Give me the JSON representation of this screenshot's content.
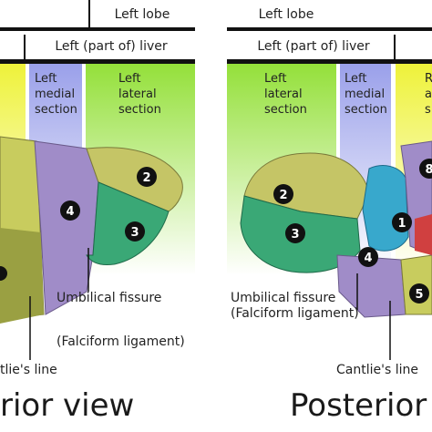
{
  "left_panel": {
    "top_label": "Left lobe",
    "sub_label": "Left (part of) liver",
    "col_medial": "Left\nmedial\nsection",
    "col_lateral": "Left\nlateral\nsection",
    "fissure": "Umbilical fissure\n(Falciform ligament)",
    "cantlie": "tlie's line",
    "view_title": "rior view",
    "segments": [
      "4",
      "2",
      "3"
    ]
  },
  "right_panel": {
    "top_label": "Left lobe",
    "sub_label": "Left (part of) liver",
    "col_lateral": "Left\nlateral\nsection",
    "col_medial": "Left\nmedial\nsection",
    "col_right": "R\na\ns",
    "fissure": "Umbilical fissure\n(Falciform ligament)",
    "cantlie": "Cantlie's line",
    "view_title": "Posterior",
    "segments": [
      "2",
      "3",
      "1",
      "4",
      "5",
      "8"
    ]
  },
  "colors": {
    "yellow_band": "#e6f04a",
    "green_band": "#9ee04a",
    "purple_band": "#a7a8ea",
    "segment_olive": "#b7bb5a",
    "segment_purple": "#9d88c0",
    "segment_green": "#3aa876",
    "segment_teal": "#2b9fc0"
  }
}
